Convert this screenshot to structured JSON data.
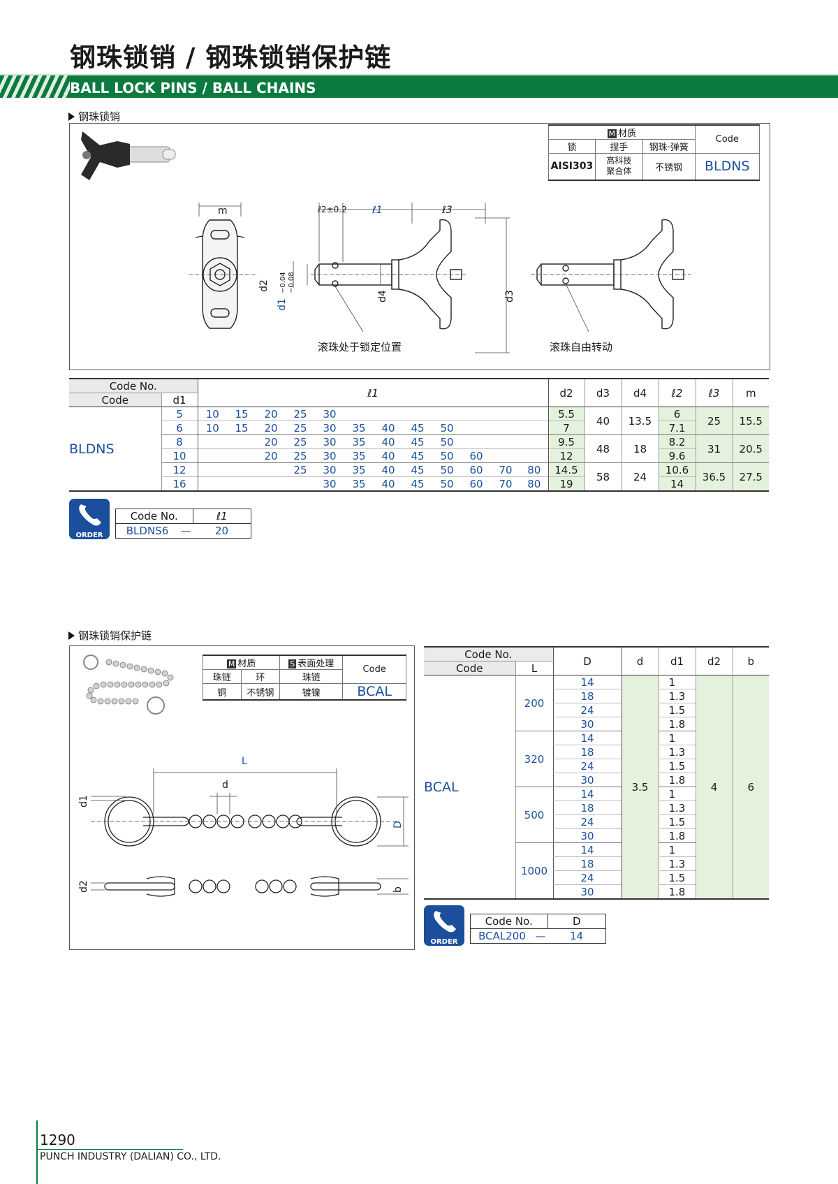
{
  "header": {
    "title_cn": "钢珠锁销 / 钢珠锁销保护链",
    "title_en": "BALL LOCK PINS / BALL CHAINS"
  },
  "pins": {
    "section_label": "钢珠锁销",
    "material": {
      "group": "材质",
      "col_lock": "锁",
      "col_handle": "捏手",
      "col_ball": "钢珠·弹簧",
      "col_code": "Code",
      "lock": "AISI303",
      "handle_l1": "高科技",
      "handle_l2": "聚合体",
      "ball": "不锈钢",
      "code": "BLDNS"
    },
    "drawing": {
      "m": "m",
      "l2": "ℓ2±0.2",
      "l1": "ℓ1",
      "l3": "ℓ3",
      "d2": "d2",
      "d1": "d1",
      "d1_tol_up": "−0.04",
      "d1_tol_low": "−0.08",
      "d4": "d4",
      "d3": "d3",
      "note_locked": "滚珠处于锁定位置",
      "note_free": "滚珠自由转动"
    },
    "table": {
      "h_codeno": "Code No.",
      "h_code": "Code",
      "h_d1": "d1",
      "h_l1": "ℓ1",
      "h_d2": "d2",
      "h_d3": "d3",
      "h_d4": "d4",
      "h_l2": "ℓ2",
      "h_l3": "ℓ3",
      "h_m": "m",
      "code": "BLDNS",
      "rows": [
        {
          "d1": "5",
          "l1": [
            "10",
            "15",
            "20",
            "25",
            "30",
            "",
            "",
            "",
            "",
            "",
            "",
            ""
          ],
          "d2": "5.5",
          "l2": "6"
        },
        {
          "d1": "6",
          "l1": [
            "10",
            "15",
            "20",
            "25",
            "30",
            "35",
            "40",
            "45",
            "50",
            "",
            "",
            ""
          ],
          "d2": "7",
          "l2": "7.1"
        },
        {
          "d1": "8",
          "l1": [
            "",
            "",
            "20",
            "25",
            "30",
            "35",
            "40",
            "45",
            "50",
            "",
            "",
            ""
          ],
          "d2": "9.5",
          "l2": "8.2"
        },
        {
          "d1": "10",
          "l1": [
            "",
            "",
            "20",
            "25",
            "30",
            "35",
            "40",
            "45",
            "50",
            "60",
            "",
            ""
          ],
          "d2": "12",
          "l2": "9.6"
        },
        {
          "d1": "12",
          "l1": [
            "",
            "",
            "",
            "25",
            "30",
            "35",
            "40",
            "45",
            "50",
            "60",
            "70",
            "80"
          ],
          "d2": "14.5",
          "l2": "10.6"
        },
        {
          "d1": "16",
          "l1": [
            "",
            "",
            "",
            "",
            "30",
            "35",
            "40",
            "45",
            "50",
            "60",
            "70",
            "80"
          ],
          "d2": "19",
          "l2": "14"
        }
      ],
      "groups": [
        {
          "d3": "40",
          "d4": "13.5",
          "l3": "25",
          "m": "15.5"
        },
        {
          "d3": "48",
          "d4": "18",
          "l3": "31",
          "m": "20.5"
        },
        {
          "d3": "58",
          "d4": "24",
          "l3": "36.5",
          "m": "27.5"
        }
      ]
    },
    "order": {
      "icon_text": "ORDER",
      "h_code": "Code No.",
      "h_val": "ℓ1",
      "code": "BLDNS6",
      "dash": "—",
      "val": "20"
    }
  },
  "chains": {
    "section_label": "钢珠锁销保护链",
    "material": {
      "group_m": "材质",
      "group_s": "表面处理",
      "col_chain": "珠链",
      "col_ring": "环",
      "col_chain2": "珠链",
      "col_code": "Code",
      "chain": "铜",
      "ring": "不锈钢",
      "surface": "镀镍",
      "code": "BCAL"
    },
    "drawing": {
      "L": "L",
      "d": "d",
      "d1": "d1",
      "D": "D",
      "d2": "d2",
      "b": "b"
    },
    "table": {
      "h_codeno": "Code No.",
      "h_code": "Code",
      "h_L": "L",
      "h_D": "D",
      "h_d": "d",
      "h_d1": "d1",
      "h_d2": "d2",
      "h_b": "b",
      "code": "BCAL",
      "d": "3.5",
      "d2": "4",
      "b": "6",
      "groups": [
        {
          "L": "200",
          "rows": [
            {
              "D": "14",
              "d1": "1"
            },
            {
              "D": "18",
              "d1": "1.3"
            },
            {
              "D": "24",
              "d1": "1.5"
            },
            {
              "D": "30",
              "d1": "1.8"
            }
          ]
        },
        {
          "L": "320",
          "rows": [
            {
              "D": "14",
              "d1": "1"
            },
            {
              "D": "18",
              "d1": "1.3"
            },
            {
              "D": "24",
              "d1": "1.5"
            },
            {
              "D": "30",
              "d1": "1.8"
            }
          ]
        },
        {
          "L": "500",
          "rows": [
            {
              "D": "14",
              "d1": "1"
            },
            {
              "D": "18",
              "d1": "1.3"
            },
            {
              "D": "24",
              "d1": "1.5"
            },
            {
              "D": "30",
              "d1": "1.8"
            }
          ]
        },
        {
          "L": "1000",
          "rows": [
            {
              "D": "14",
              "d1": "1"
            },
            {
              "D": "18",
              "d1": "1.3"
            },
            {
              "D": "24",
              "d1": "1.5"
            },
            {
              "D": "30",
              "d1": "1.8"
            }
          ]
        }
      ]
    },
    "order": {
      "icon_text": "ORDER",
      "h_code": "Code No.",
      "h_val": "D",
      "code": "BCAL200",
      "dash": "—",
      "val": "14"
    }
  },
  "footer": {
    "page": "1290",
    "company": "PUNCH INDUSTRY (DALIAN) CO., LTD."
  }
}
